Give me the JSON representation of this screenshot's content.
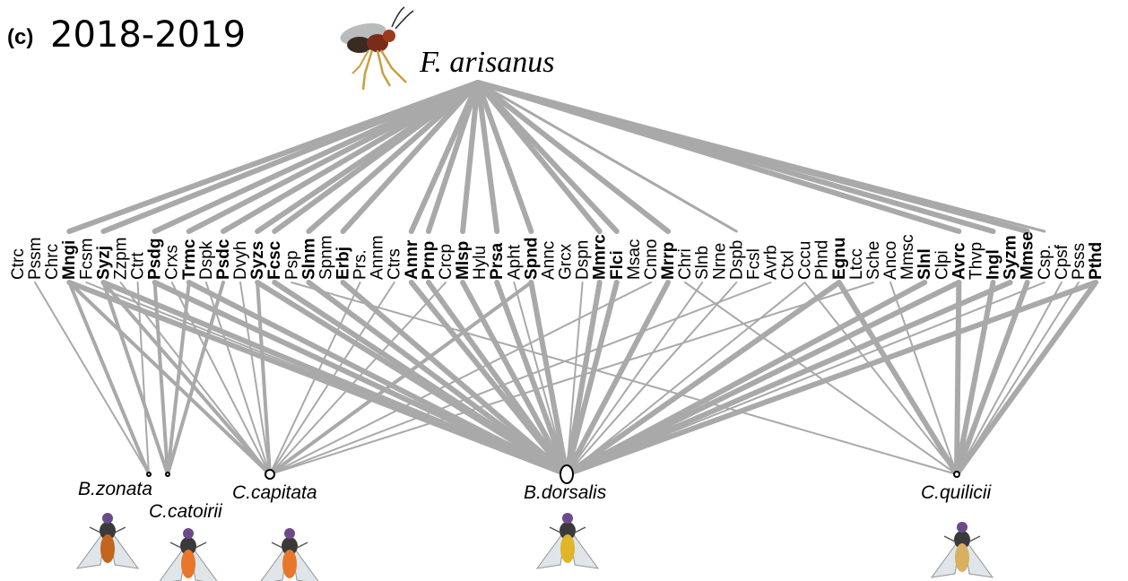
{
  "panel": {
    "letter": "(c)",
    "title": "2018-2019"
  },
  "parasitoid": {
    "name": "F. arisanus",
    "icon": "wasp-icon"
  },
  "plants": [
    {
      "code": "Ctrc",
      "bold": false
    },
    {
      "code": "Pssm",
      "bold": false
    },
    {
      "code": "Chrc",
      "bold": false
    },
    {
      "code": "Mngi",
      "bold": true
    },
    {
      "code": "Fcsm",
      "bold": false
    },
    {
      "code": "Syzj",
      "bold": true
    },
    {
      "code": "Zzpm",
      "bold": false
    },
    {
      "code": "Ctrt",
      "bold": false
    },
    {
      "code": "Psdg",
      "bold": true
    },
    {
      "code": "Crxs",
      "bold": false
    },
    {
      "code": "Trmc",
      "bold": true
    },
    {
      "code": "Dspk",
      "bold": false
    },
    {
      "code": "Psdc",
      "bold": true
    },
    {
      "code": "Dvyh",
      "bold": false
    },
    {
      "code": "Syzs",
      "bold": true
    },
    {
      "code": "Fcsc",
      "bold": true
    },
    {
      "code": "Psp",
      "bold": false
    },
    {
      "code": "Slnm",
      "bold": true
    },
    {
      "code": "Spnm",
      "bold": false
    },
    {
      "code": "Erbj",
      "bold": true
    },
    {
      "code": "Prs.",
      "bold": false
    },
    {
      "code": "Annm",
      "bold": false
    },
    {
      "code": "Ctrs",
      "bold": false
    },
    {
      "code": "Annr",
      "bold": true
    },
    {
      "code": "Prnp",
      "bold": true
    },
    {
      "code": "Crcp",
      "bold": false
    },
    {
      "code": "Mlsp",
      "bold": true
    },
    {
      "code": "Hylu",
      "bold": false
    },
    {
      "code": "Prsa",
      "bold": true
    },
    {
      "code": "Apht",
      "bold": false
    },
    {
      "code": "Spnd",
      "bold": true
    },
    {
      "code": "Annc",
      "bold": false
    },
    {
      "code": "Grcx",
      "bold": false
    },
    {
      "code": "Dspn",
      "bold": false
    },
    {
      "code": "Mmrc",
      "bold": true
    },
    {
      "code": "Flci",
      "bold": true
    },
    {
      "code": "Msac",
      "bold": false
    },
    {
      "code": "Cnno",
      "bold": false
    },
    {
      "code": "Mrrp",
      "bold": true
    },
    {
      "code": "Chri",
      "bold": false
    },
    {
      "code": "Slnb",
      "bold": false
    },
    {
      "code": "Nrne",
      "bold": false
    },
    {
      "code": "Dspb",
      "bold": false
    },
    {
      "code": "Fcsl",
      "bold": false
    },
    {
      "code": "Avrb",
      "bold": false
    },
    {
      "code": "Ctxl",
      "bold": false
    },
    {
      "code": "Cccu",
      "bold": false
    },
    {
      "code": "Phnd",
      "bold": false
    },
    {
      "code": "Egnu",
      "bold": true
    },
    {
      "code": "Ltcc",
      "bold": false
    },
    {
      "code": "Sche",
      "bold": false
    },
    {
      "code": "Anco",
      "bold": false
    },
    {
      "code": "Mmsc",
      "bold": false
    },
    {
      "code": "Slnl",
      "bold": true
    },
    {
      "code": "Clpi",
      "bold": false
    },
    {
      "code": "Avrc",
      "bold": true
    },
    {
      "code": "Thvp",
      "bold": false
    },
    {
      "code": "Ingl",
      "bold": true
    },
    {
      "code": "Syzm",
      "bold": true
    },
    {
      "code": "Mmse",
      "bold": true
    },
    {
      "code": "Csp.",
      "bold": false
    },
    {
      "code": "Cpsf",
      "bold": false
    },
    {
      "code": "Psss",
      "bold": false
    },
    {
      "code": "Pthd",
      "bold": true
    }
  ],
  "flies": [
    {
      "name": "B.zonata",
      "icon": "fly-bzonata-icon",
      "body": "#c2651f"
    },
    {
      "name": "C.catoirii",
      "icon": "fly-ccatoirii-icon",
      "body": "#e8772a"
    },
    {
      "name": "C.capitata",
      "icon": "fly-ccapitata-icon",
      "body": "#e8772a"
    },
    {
      "name": "B.dorsalis",
      "icon": "fly-bdorsalis-icon",
      "body": "#e0b528"
    },
    {
      "name": "C.quilicii",
      "icon": "fly-cquilicii-icon",
      "body": "#d8b060"
    }
  ],
  "colors": {
    "link": "#a9a9a9",
    "text": "#000000",
    "background": "#ffffff"
  }
}
